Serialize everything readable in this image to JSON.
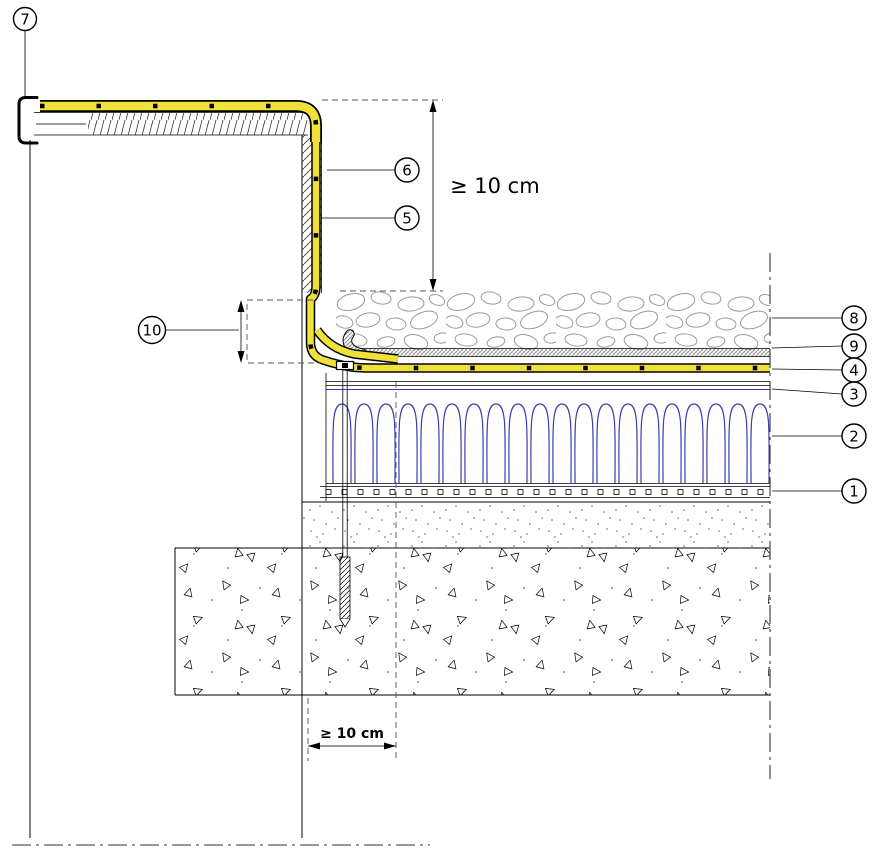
{
  "drawing": {
    "type": "flat-roof-parapet-construction-detail",
    "colors": {
      "membrane_yellow": "#f0e13a",
      "insulation_blue": "#3b3bb4",
      "gravel_gray": "#9a9a9a"
    },
    "callouts": {
      "c1": "1",
      "c2": "2",
      "c3": "3",
      "c4": "4",
      "c5": "5",
      "c6": "6",
      "c7": "7",
      "c8": "8",
      "c9": "9",
      "c10": "10"
    },
    "dimensions": {
      "upstand_height": "≥ 10 cm",
      "edge_distance": "≥ 10 cm"
    }
  }
}
